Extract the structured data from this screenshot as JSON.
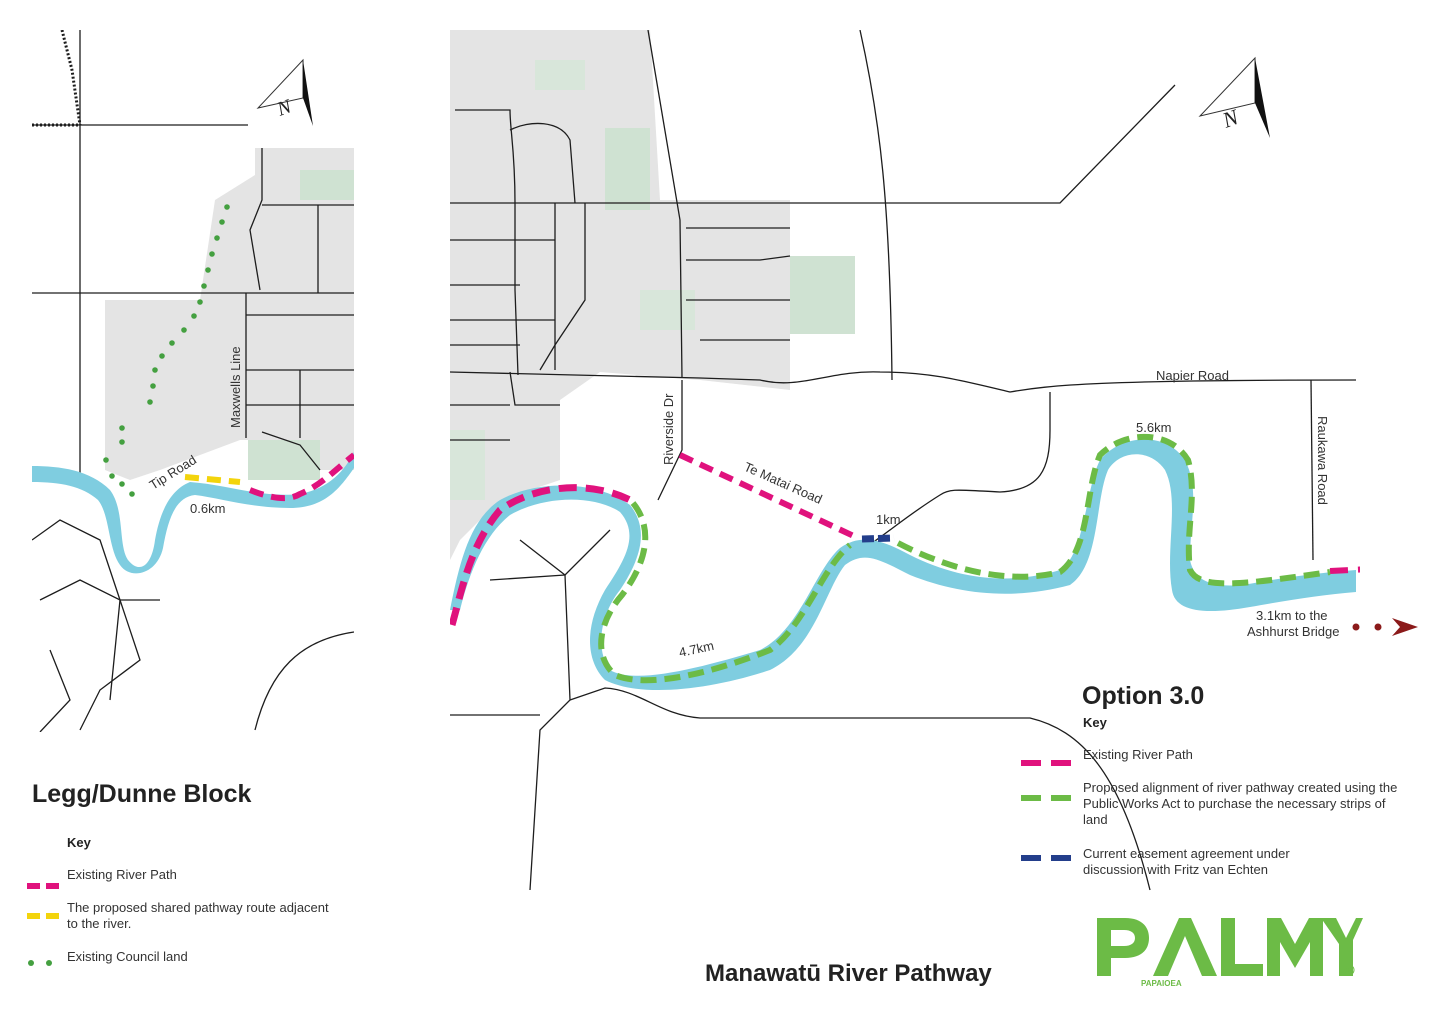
{
  "colors": {
    "existing_path": "#e0127d",
    "proposed_green": "#6cbb46",
    "proposed_yellow": "#f3d40c",
    "easement_blue": "#233e8b",
    "council_land": "#44a040",
    "river": "#7fcde0",
    "urban": "#e4e4e4",
    "park": "#cfe2d2",
    "road": "#1d1d1d",
    "arrow": "#8b1a1a",
    "logo_green": "#6cbb46"
  },
  "left_map": {
    "title": "Legg/Dunne Block",
    "north_label": "N",
    "labels": {
      "tip_road": "Tip Road",
      "maxwells_line": "Maxwells Line",
      "distance": "0.6km"
    },
    "key": {
      "heading": "Key",
      "items": [
        {
          "label": "Existing River Path",
          "icon": "pink-dash-icon"
        },
        {
          "label": "The proposed shared pathway route adjacent to the river.",
          "icon": "yellow-dash-icon"
        },
        {
          "label": "Existing Council land",
          "icon": "green-dot-icon"
        }
      ]
    }
  },
  "right_map": {
    "title": "Option 3.0",
    "north_label": "N",
    "labels": {
      "napier_road": "Napier Road",
      "raukawa_road": "Raukawa Road",
      "riverside_dr": "Riverside Dr",
      "te_matai_road": "Te Matai Road",
      "dist_1km": "1km",
      "dist_5_6km": "5.6km",
      "dist_4_7km": "4.7km",
      "ashhurst_line1": "3.1km to the",
      "ashhurst_line2": "Ashhurst Bridge"
    },
    "key": {
      "heading": "Key",
      "items": [
        {
          "label": "Existing River Path",
          "icon": "pink-dash-icon"
        },
        {
          "label": "Proposed alignment of river pathway created using the Public Works Act to purchase the necessary strips of land",
          "icon": "green-dash-icon"
        },
        {
          "label": "Current easement agreement under discussion with Fritz van Echten",
          "icon": "blue-dash-icon"
        }
      ]
    }
  },
  "footer": {
    "title": "Manawatū River Pathway"
  },
  "logo": {
    "name": "PALMY",
    "sub": "PAPAIOEA",
    "tm": "TM"
  }
}
